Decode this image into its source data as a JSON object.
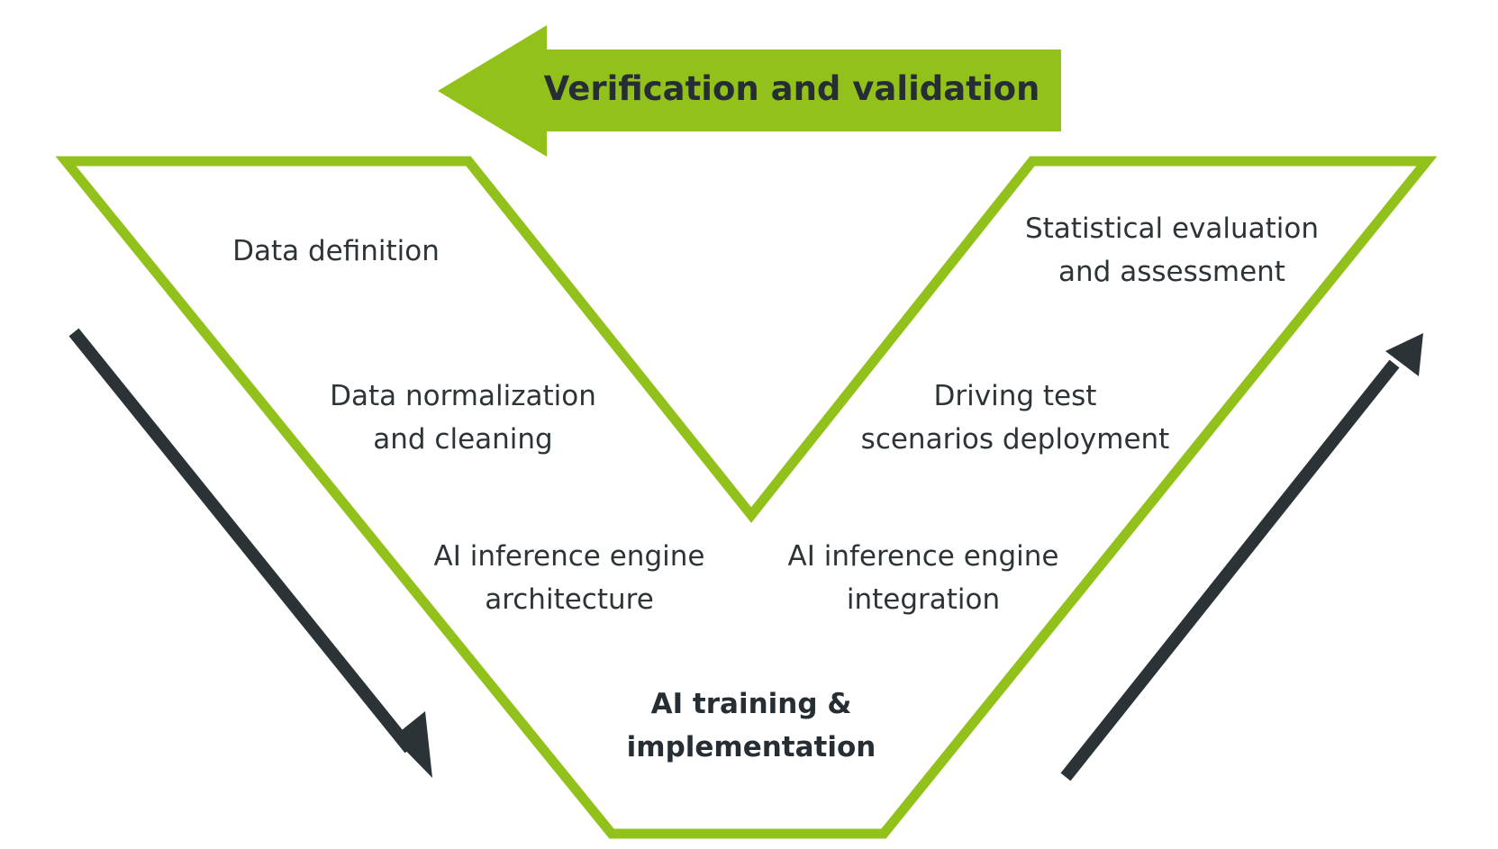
{
  "banner": {
    "text": "Verification and validation"
  },
  "left_branch": {
    "step_1": "Data definition",
    "step_2_line_1": "Data normalization",
    "step_2_line_2": "and cleaning",
    "step_3_line_1": "AI inference engine",
    "step_3_line_2": "architecture"
  },
  "right_branch": {
    "step_1_line_1": "Statistical evaluation",
    "step_1_line_2": "and assessment",
    "step_2_line_1": "Driving test",
    "step_2_line_2": "scenarios deployment",
    "step_3_line_1": "AI inference engine",
    "step_3_line_2": "integration"
  },
  "bottom": {
    "line_1": "AI training &",
    "line_2": "implementation"
  },
  "colors": {
    "accent_green": "#93c11c",
    "dark_arrow": "#2b3337",
    "text": "#2d3438"
  },
  "icons": {
    "banner_arrow": "arrow-left-icon",
    "down_arrow": "arrow-down-right-icon",
    "up_arrow": "arrow-up-right-icon"
  }
}
